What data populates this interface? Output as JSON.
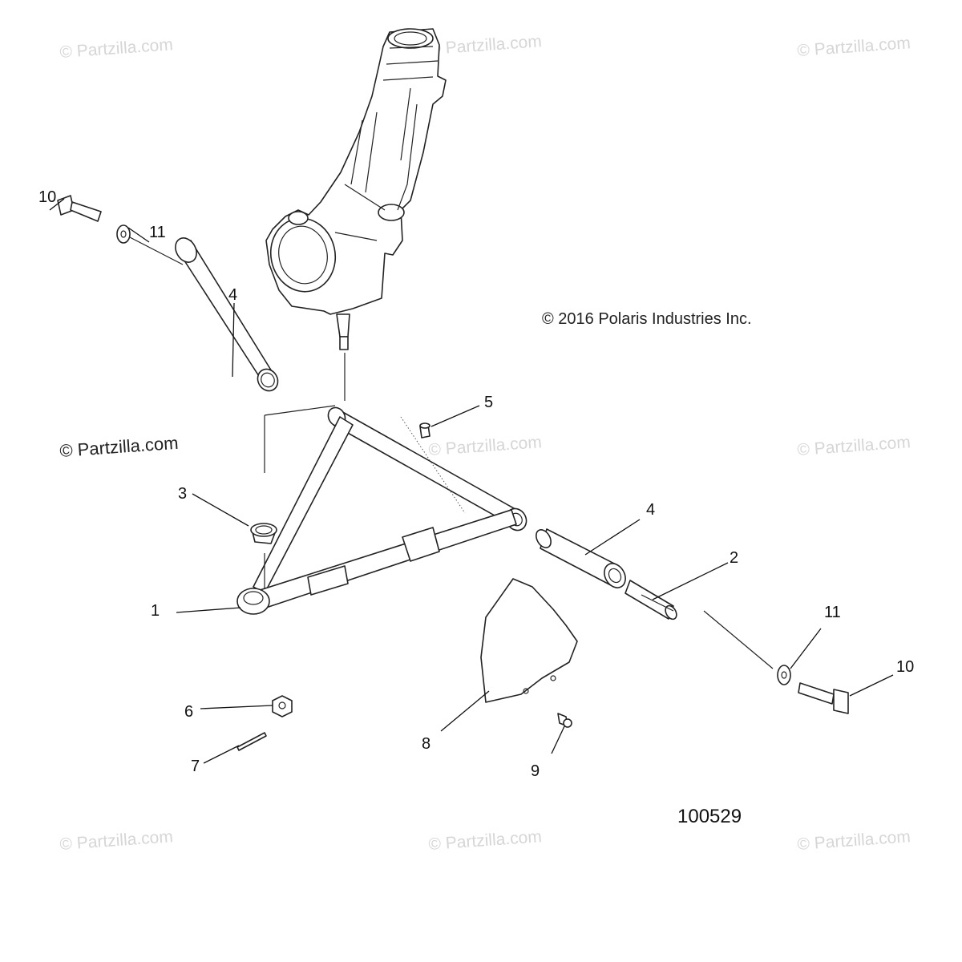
{
  "watermarks": {
    "text": "© Partzilla.com",
    "prominent_text": "© Partzilla.com"
  },
  "copyright": "© 2016 Polaris Industries Inc.",
  "figure_number": "100529",
  "callouts": {
    "c1": "1",
    "c2": "2",
    "c3": "3",
    "c4_left": "4",
    "c4_right": "4",
    "c5": "5",
    "c6": "6",
    "c7": "7",
    "c8": "8",
    "c9": "9",
    "c10_left": "10",
    "c10_right": "10",
    "c11_left": "11",
    "c11_right": "11"
  },
  "colors": {
    "line": "#222222",
    "watermark": "#d6d6d6",
    "background": "#ffffff"
  }
}
